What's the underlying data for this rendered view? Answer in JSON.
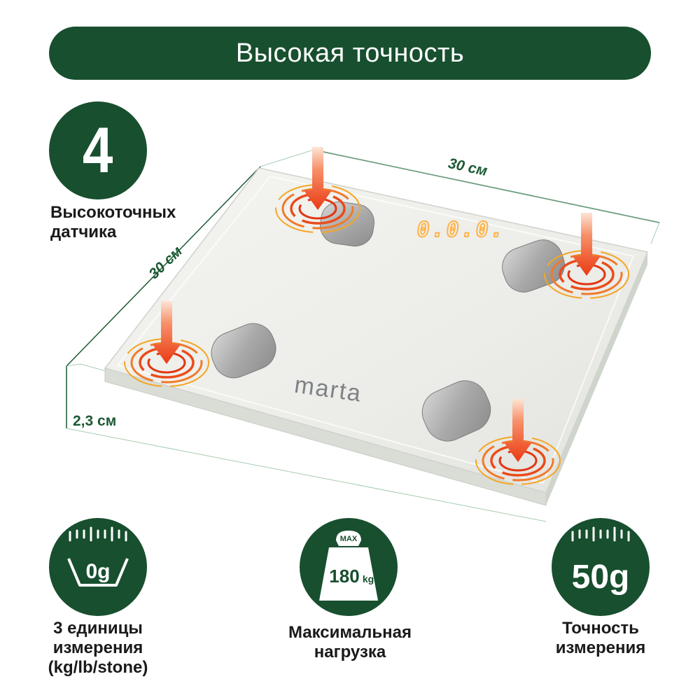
{
  "header": {
    "title": "Высокая точность"
  },
  "sensors": {
    "count": "4",
    "label_line1": "Высокоточных",
    "label_line2": "датчика"
  },
  "dimensions": {
    "width": "30 см",
    "depth": "30 см",
    "height": "2,3 см"
  },
  "scale": {
    "brand": "marta",
    "display": "0.0.0."
  },
  "features": [
    {
      "icon": "bowl-icon",
      "icon_text": "0g",
      "caption_lines": [
        "3 единицы",
        "измерения",
        "(kg/lb/stone)"
      ]
    },
    {
      "icon": "weight-icon",
      "icon_top": "MAX",
      "icon_value": "180",
      "icon_unit": "kg",
      "caption_lines": [
        "Максимальная",
        "нагрузка"
      ]
    },
    {
      "icon": "ruler-icon",
      "icon_text": "50g",
      "caption_lines": [
        "Точность",
        "измерения"
      ]
    }
  ],
  "colors": {
    "brand_green": "#184f2f",
    "dimension_green": "#1b5a34",
    "arrow_orange": "#f0501e",
    "led_orange": "#ffb347"
  }
}
